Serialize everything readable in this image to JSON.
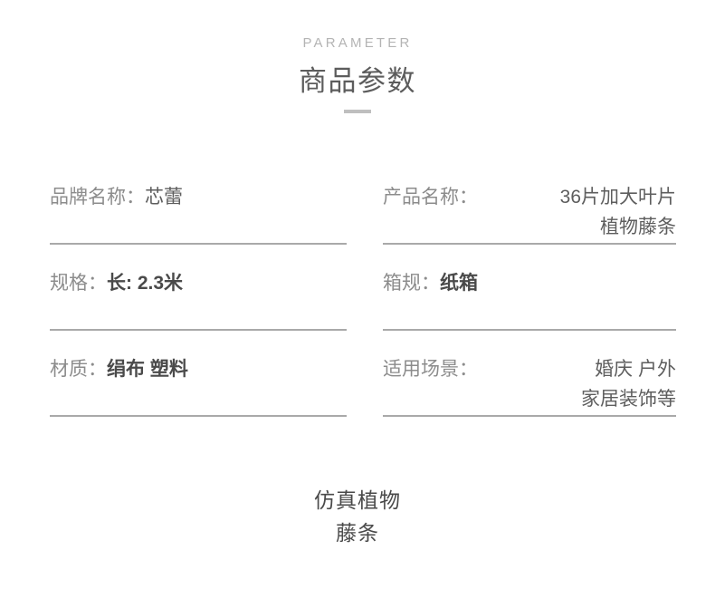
{
  "header": {
    "eyebrow": "PARAMETER",
    "title": "商品参数",
    "rule_color": "#bfbfbf"
  },
  "colors": {
    "background": "#ffffff",
    "label_text": "#8c8c8c",
    "value_text": "#4a4a4a",
    "eyebrow_text": "#b4b4b4",
    "title_text": "#5c5c5c",
    "divider": "#a9a9a9"
  },
  "params": [
    {
      "label": "品牌名称：",
      "value_lines": [
        "芯蕾"
      ],
      "column": "left",
      "row": 1
    },
    {
      "label": "产品名称：",
      "value_lines": [
        "36片加大叶片",
        "植物藤条"
      ],
      "column": "right",
      "row": 1
    },
    {
      "label": "规格：",
      "value_lines": [
        "长: 2.3米"
      ],
      "column": "left",
      "row": 2
    },
    {
      "label": "箱规：",
      "value_lines": [
        "纸箱"
      ],
      "column": "right",
      "row": 2
    },
    {
      "label": "材质：",
      "value_lines": [
        "绢布 塑料"
      ],
      "column": "left",
      "row": 3
    },
    {
      "label": "适用场景：",
      "value_lines": [
        "婚庆 户外",
        "家居装饰等"
      ],
      "column": "right",
      "row": 3
    }
  ],
  "footer": {
    "line1": "仿真植物",
    "line2": "藤条"
  }
}
